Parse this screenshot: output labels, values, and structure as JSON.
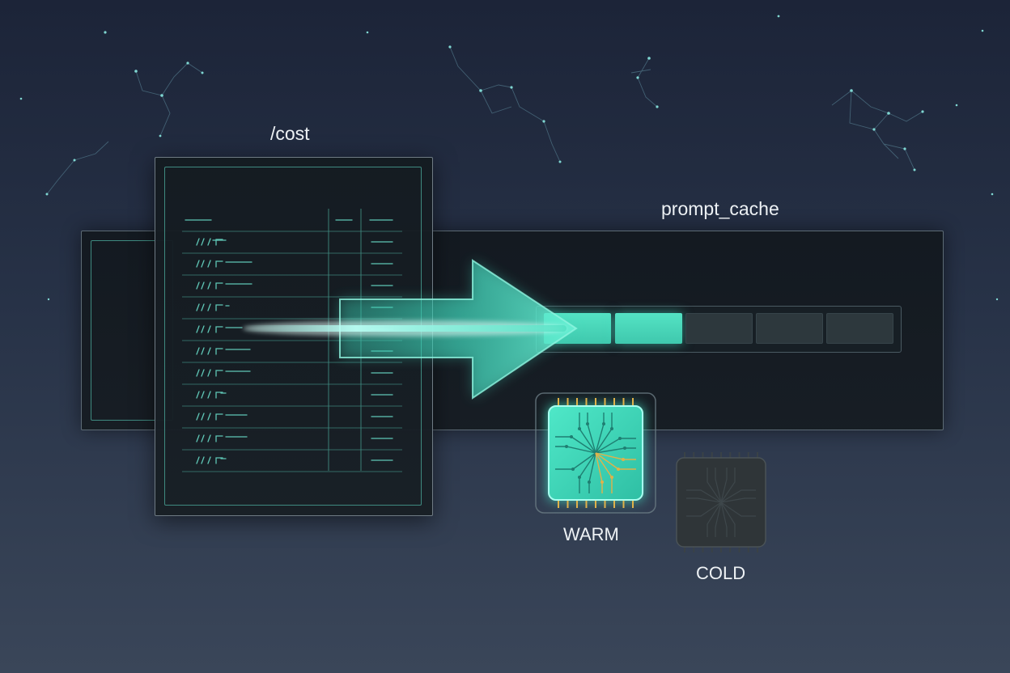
{
  "labels": {
    "cost": "/cost",
    "prompt_cache": "prompt_cache",
    "warm": "WARM",
    "cold": "COLD"
  },
  "cache_slots": [
    {
      "state": "filled"
    },
    {
      "state": "filled"
    },
    {
      "state": "empty"
    },
    {
      "state": "empty"
    },
    {
      "state": "empty"
    }
  ],
  "colors": {
    "accent": "#4fe0c2",
    "warm_pins": "#e0b24a",
    "cold_chip": "#2f3538",
    "panel_border": "#6f7b84",
    "inner_border": "#3f8a80"
  },
  "icons": {
    "arrow": "arrow-right-icon",
    "warm_chip": "chip-warm-icon",
    "cold_chip": "chip-cold-icon"
  }
}
